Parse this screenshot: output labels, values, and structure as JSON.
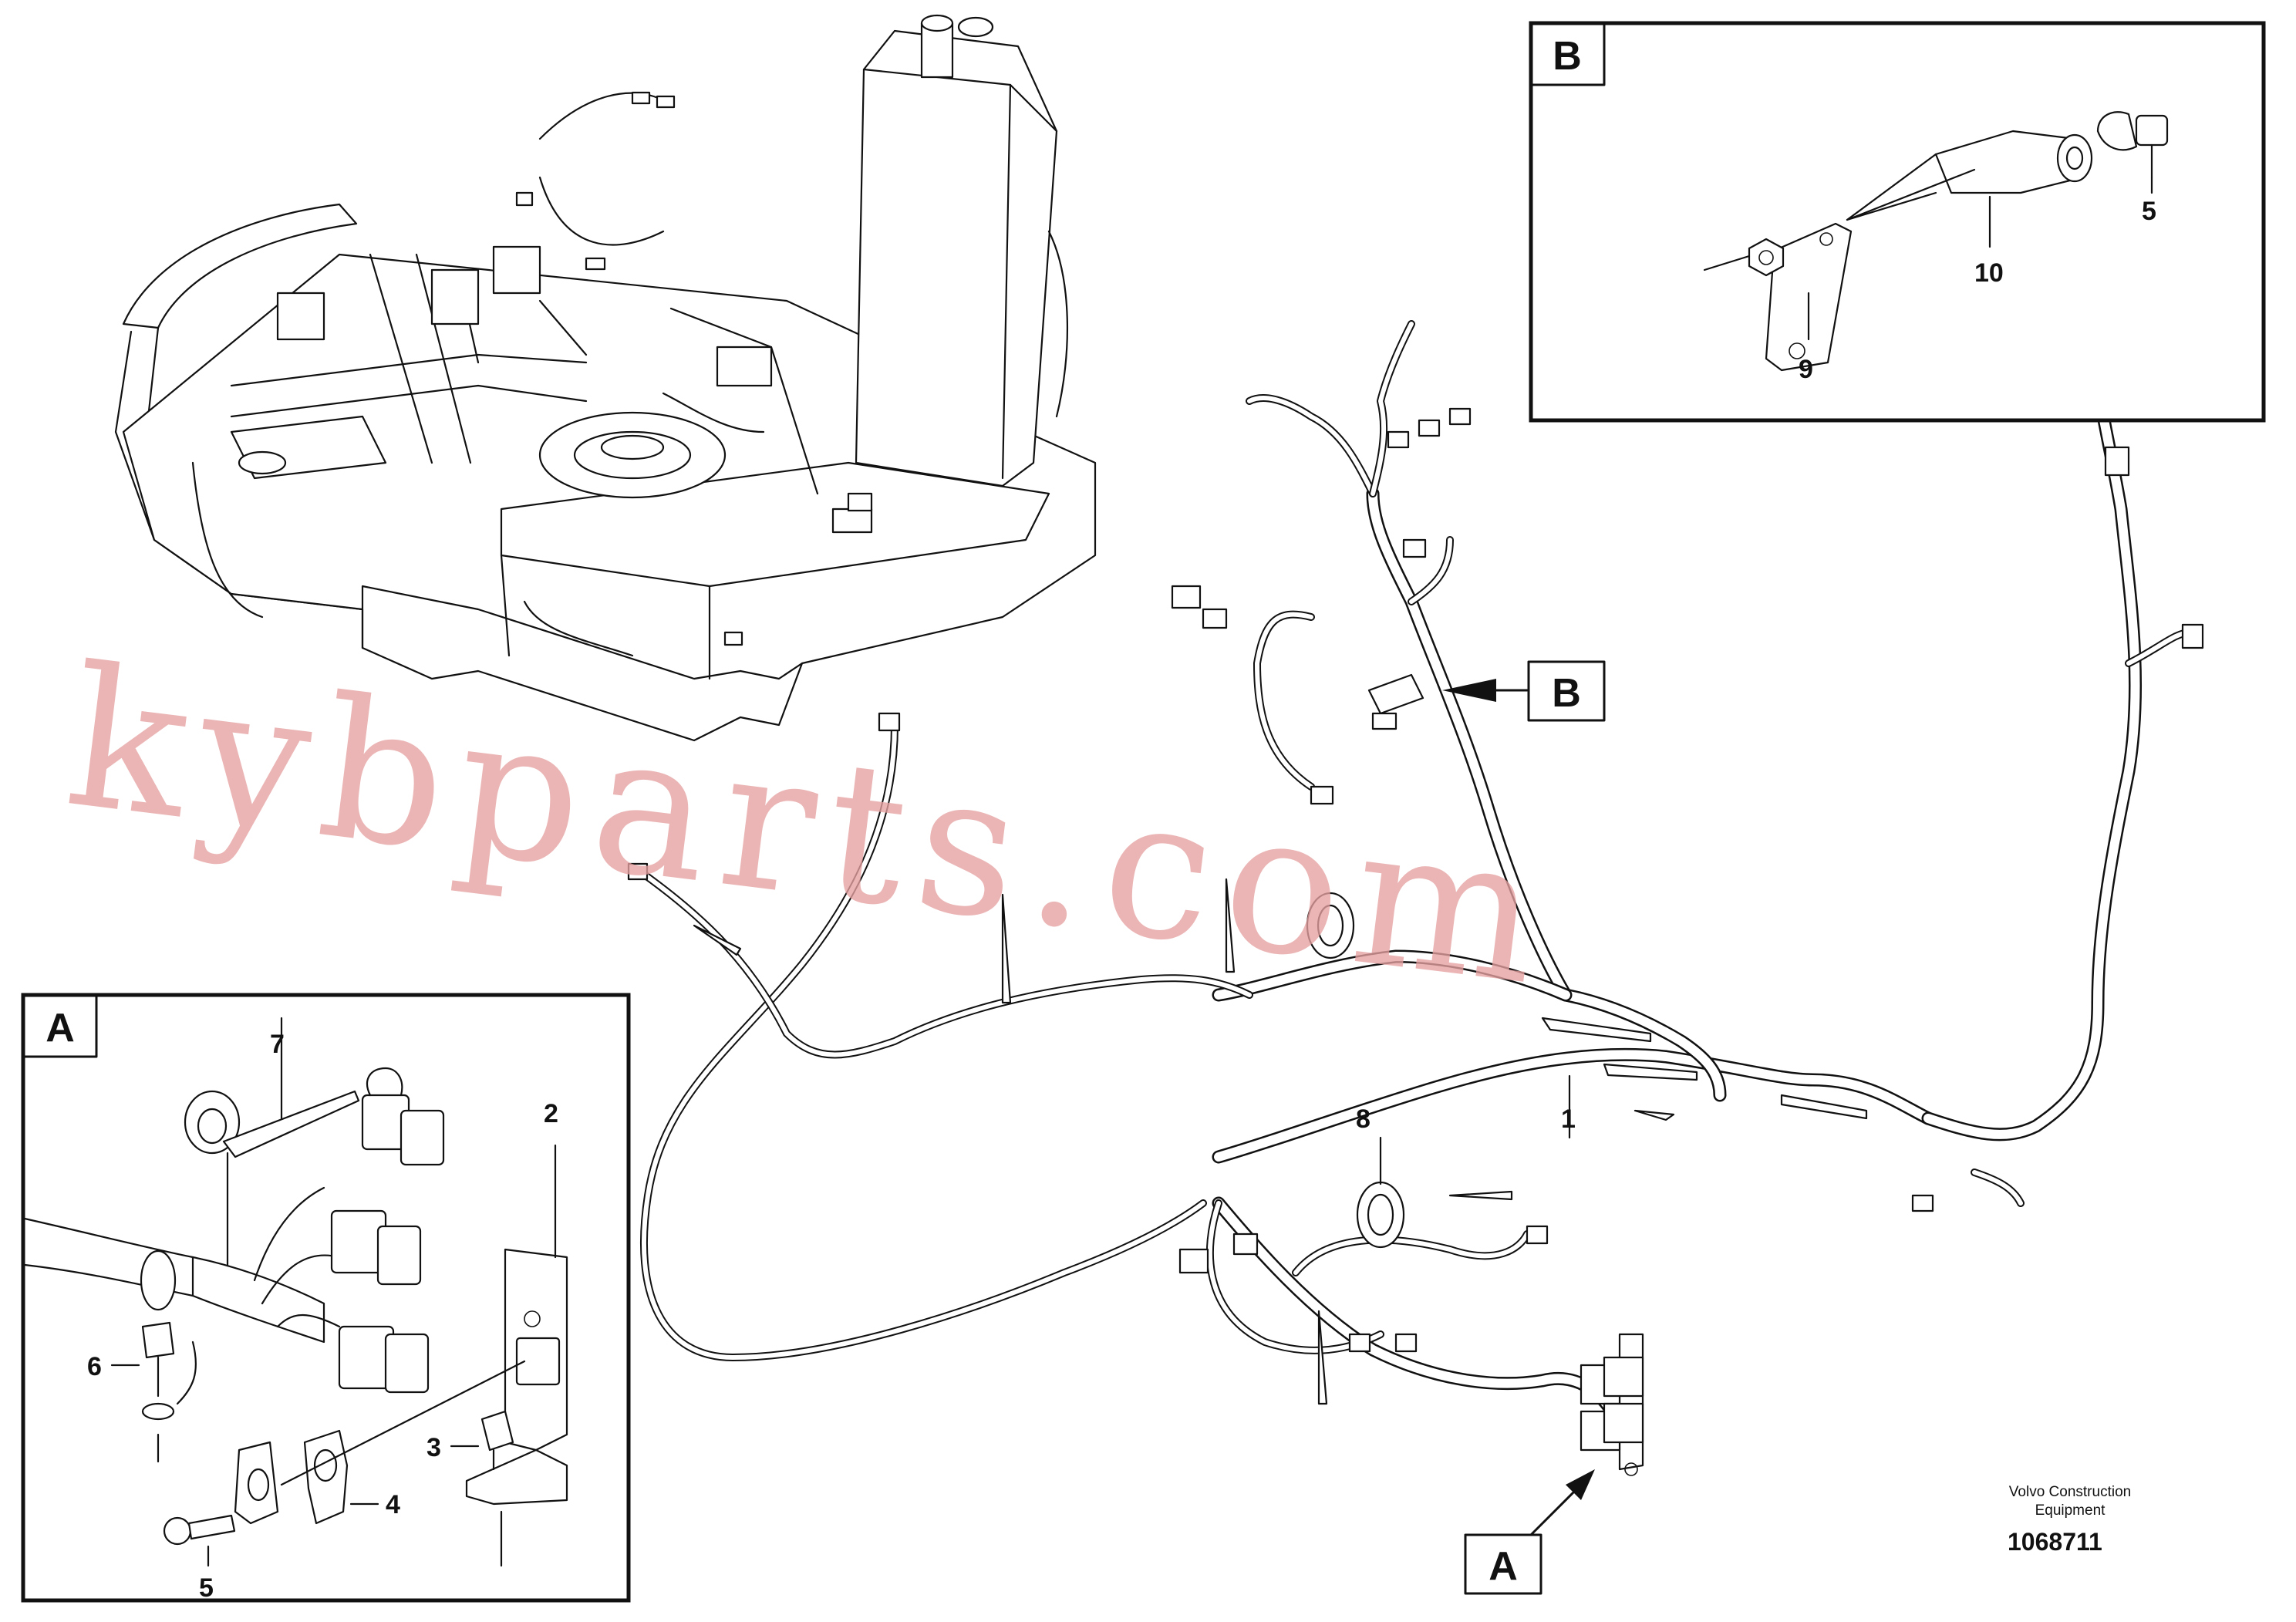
{
  "detail_boxes": {
    "a": {
      "letter": "A"
    },
    "b": {
      "letter": "B"
    }
  },
  "view_markers": {
    "a": {
      "letter": "A"
    },
    "b": {
      "letter": "B"
    }
  },
  "callouts": {
    "main_harness": "1",
    "bracket": "2",
    "bolt_a": "3",
    "clip_a": "4",
    "screw_a": "5",
    "ground_bolt": "6",
    "cable_tie": "7",
    "grommet": "8",
    "bracket_b": "9",
    "clip_b": "10",
    "screw_b": "5"
  },
  "credit": {
    "line1": "Volvo Construction",
    "line2": "Equipment",
    "drawing_number": "1068711"
  },
  "watermark": "kybparts.com"
}
